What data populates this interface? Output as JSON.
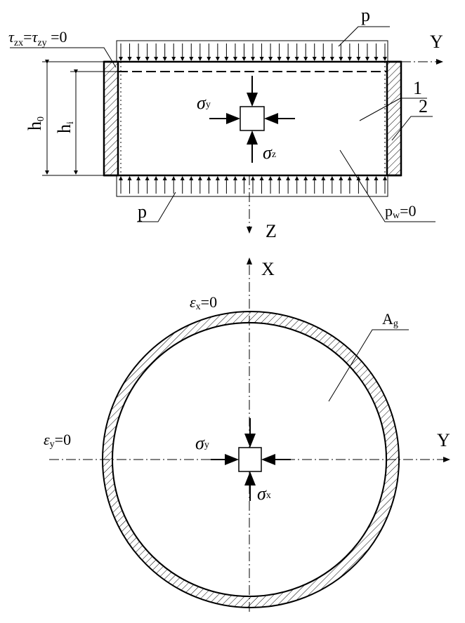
{
  "top_view": {
    "load_top": "p",
    "load_bottom": "p",
    "axis_y": "Y",
    "axis_z": "Z",
    "shear": {
      "tau": "τ",
      "s1": "zx",
      "eq1": "=",
      "s2": "zy",
      "eq2": " =0"
    },
    "h0": {
      "base": "h",
      "sub": "0"
    },
    "hi": {
      "base": "h",
      "sub": "i"
    },
    "label_1": "1",
    "label_2": "2",
    "sigma_y": {
      "sym": "σ",
      "sub": "y"
    },
    "sigma_z": {
      "sym": "σ",
      "sub": "z"
    },
    "pw": {
      "base": "p",
      "sub": "w",
      "rest": "=0"
    }
  },
  "bottom_view": {
    "axis_x": "X",
    "axis_y": "Y",
    "eps_x": {
      "sym": "ε",
      "sub": "x",
      "rest": "=0"
    },
    "eps_y": {
      "sym": "ε",
      "sub": "y",
      "rest": "=0"
    },
    "ag": {
      "base": "A",
      "sub": "g"
    },
    "sigma_y": {
      "sym": "σ",
      "sub": "y"
    },
    "sigma_x": {
      "sym": "σ",
      "sub": "x"
    }
  }
}
